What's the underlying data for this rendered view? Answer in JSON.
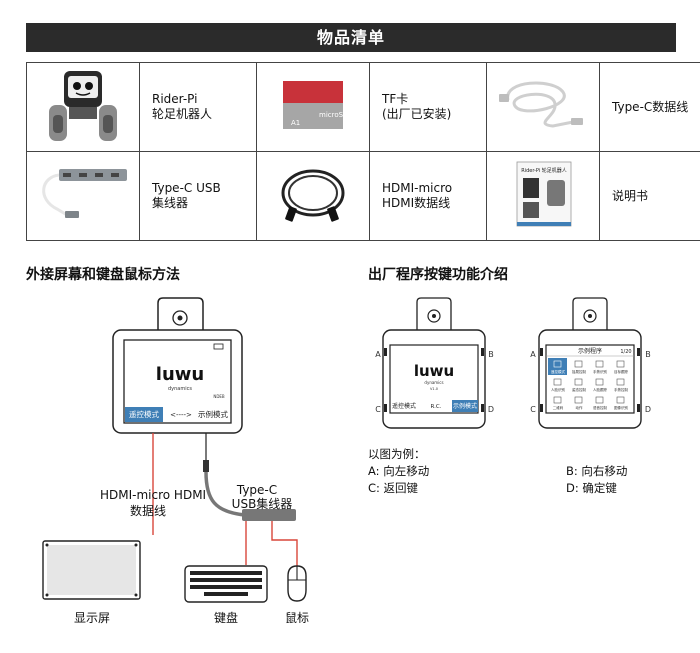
{
  "title": "物品清单",
  "items": [
    {
      "line1": "Rider-Pi",
      "line2": "轮足机器人",
      "icon": "robot-icon"
    },
    {
      "line1": "TF卡",
      "line2": "(出厂已安装)",
      "icon": "tf-card-icon"
    },
    {
      "line1": "Type-C数据线",
      "line2": "",
      "icon": "usb-cable-icon"
    },
    {
      "line1": "Type-C USB",
      "line2": "集线器",
      "icon": "usb-hub-icon"
    },
    {
      "line1": "HDMI-micro",
      "line2": "HDMI数据线",
      "icon": "hdmi-cable-icon"
    },
    {
      "line1": "说明书",
      "line2": "",
      "icon": "manual-icon"
    }
  ],
  "card_text": {
    "brand": "luwu",
    "sub": "dynamics",
    "version": "V1.0",
    "manual_title": "Rider-Pi 轮足机器人"
  },
  "left_section": {
    "heading": "外接屏幕和键盘鼠标方法",
    "screen_brand": "luwu",
    "screen_sub": "dynamics",
    "screen_tag": "NDEB",
    "remote_mode": "遥控模式",
    "arrow": "<---->",
    "demo_mode": "示例模式",
    "hdmi_label_1": "HDMI-micro HDMI",
    "hdmi_label_2": "数据线",
    "hub_label_1": "Type-C",
    "hub_label_2": "USB集线器",
    "display_label": "显示屏",
    "keyboard_label": "键盘",
    "mouse_label": "鼠标"
  },
  "right_section": {
    "heading": "出厂程序按键功能介绍",
    "device1": {
      "brand": "luwu",
      "sub": "dynamics",
      "version": "V1.0",
      "remote": "遥控模式",
      "mid": "R.C.",
      "demo": "示例模式"
    },
    "device2": {
      "title": "示例程序",
      "page": "1/20",
      "apps": [
        "遥控模式",
        "摇晃控制",
        "手势识别",
        "目标跟踪",
        "人脸识别",
        "姿态控制",
        "人脸跟踪",
        "手势控制",
        "二维码",
        "动作",
        "语音控制",
        "图像识别"
      ]
    },
    "button_letters": [
      "A",
      "B",
      "C",
      "D"
    ],
    "example": "以图为例：",
    "a": "A: 向左移动",
    "b": "B: 向右移动",
    "c": "C: 返回键",
    "d": "D: 确定键"
  },
  "colors": {
    "banner": "#2b2b2b",
    "accent": "#3f7fb6",
    "cable": "#d9463a",
    "tf_red": "#c8323a"
  }
}
